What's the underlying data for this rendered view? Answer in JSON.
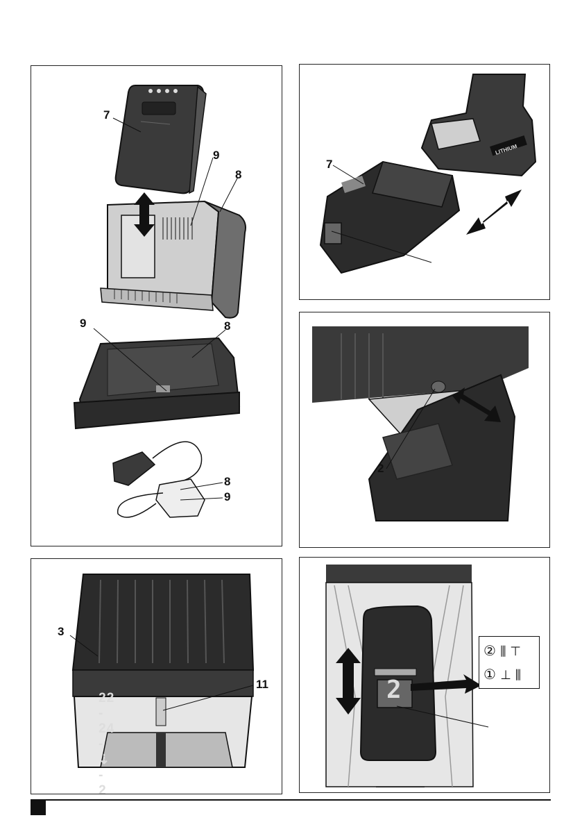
{
  "panels": {
    "p1": {
      "callouts": [
        {
          "id": "battery",
          "text": "7"
        },
        {
          "id": "contacts-top",
          "text": "9"
        },
        {
          "id": "charger-top",
          "text": "8"
        },
        {
          "id": "contacts-mid",
          "text": "9"
        },
        {
          "id": "charger-mid",
          "text": "8"
        },
        {
          "id": "adapter-8",
          "text": "8"
        },
        {
          "id": "adapter-9",
          "text": "9"
        }
      ]
    },
    "p2": {
      "callouts": [
        {
          "id": "battery",
          "text": "7"
        }
      ],
      "tool_label": "LITHIUM"
    },
    "p3": {
      "callouts": [
        {
          "id": "switch",
          "text": "2"
        }
      ]
    },
    "p4": {
      "callouts": [
        {
          "id": "collar",
          "text": "3"
        },
        {
          "id": "marker",
          "text": "11"
        }
      ],
      "dial_scale": [
        "22",
        "-",
        "24",
        "-",
        "2",
        "-",
        "4",
        "-"
      ]
    },
    "p5": {
      "gear_display": "2",
      "modes": [
        {
          "number": "②",
          "icons": "drill / hammer"
        },
        {
          "number": "①",
          "icons": "screw / drill"
        }
      ]
    }
  },
  "colors": {
    "dark": "#2b2b2b",
    "mid": "#6e6e6e",
    "light": "#cfcfcf",
    "line": "#111111"
  }
}
